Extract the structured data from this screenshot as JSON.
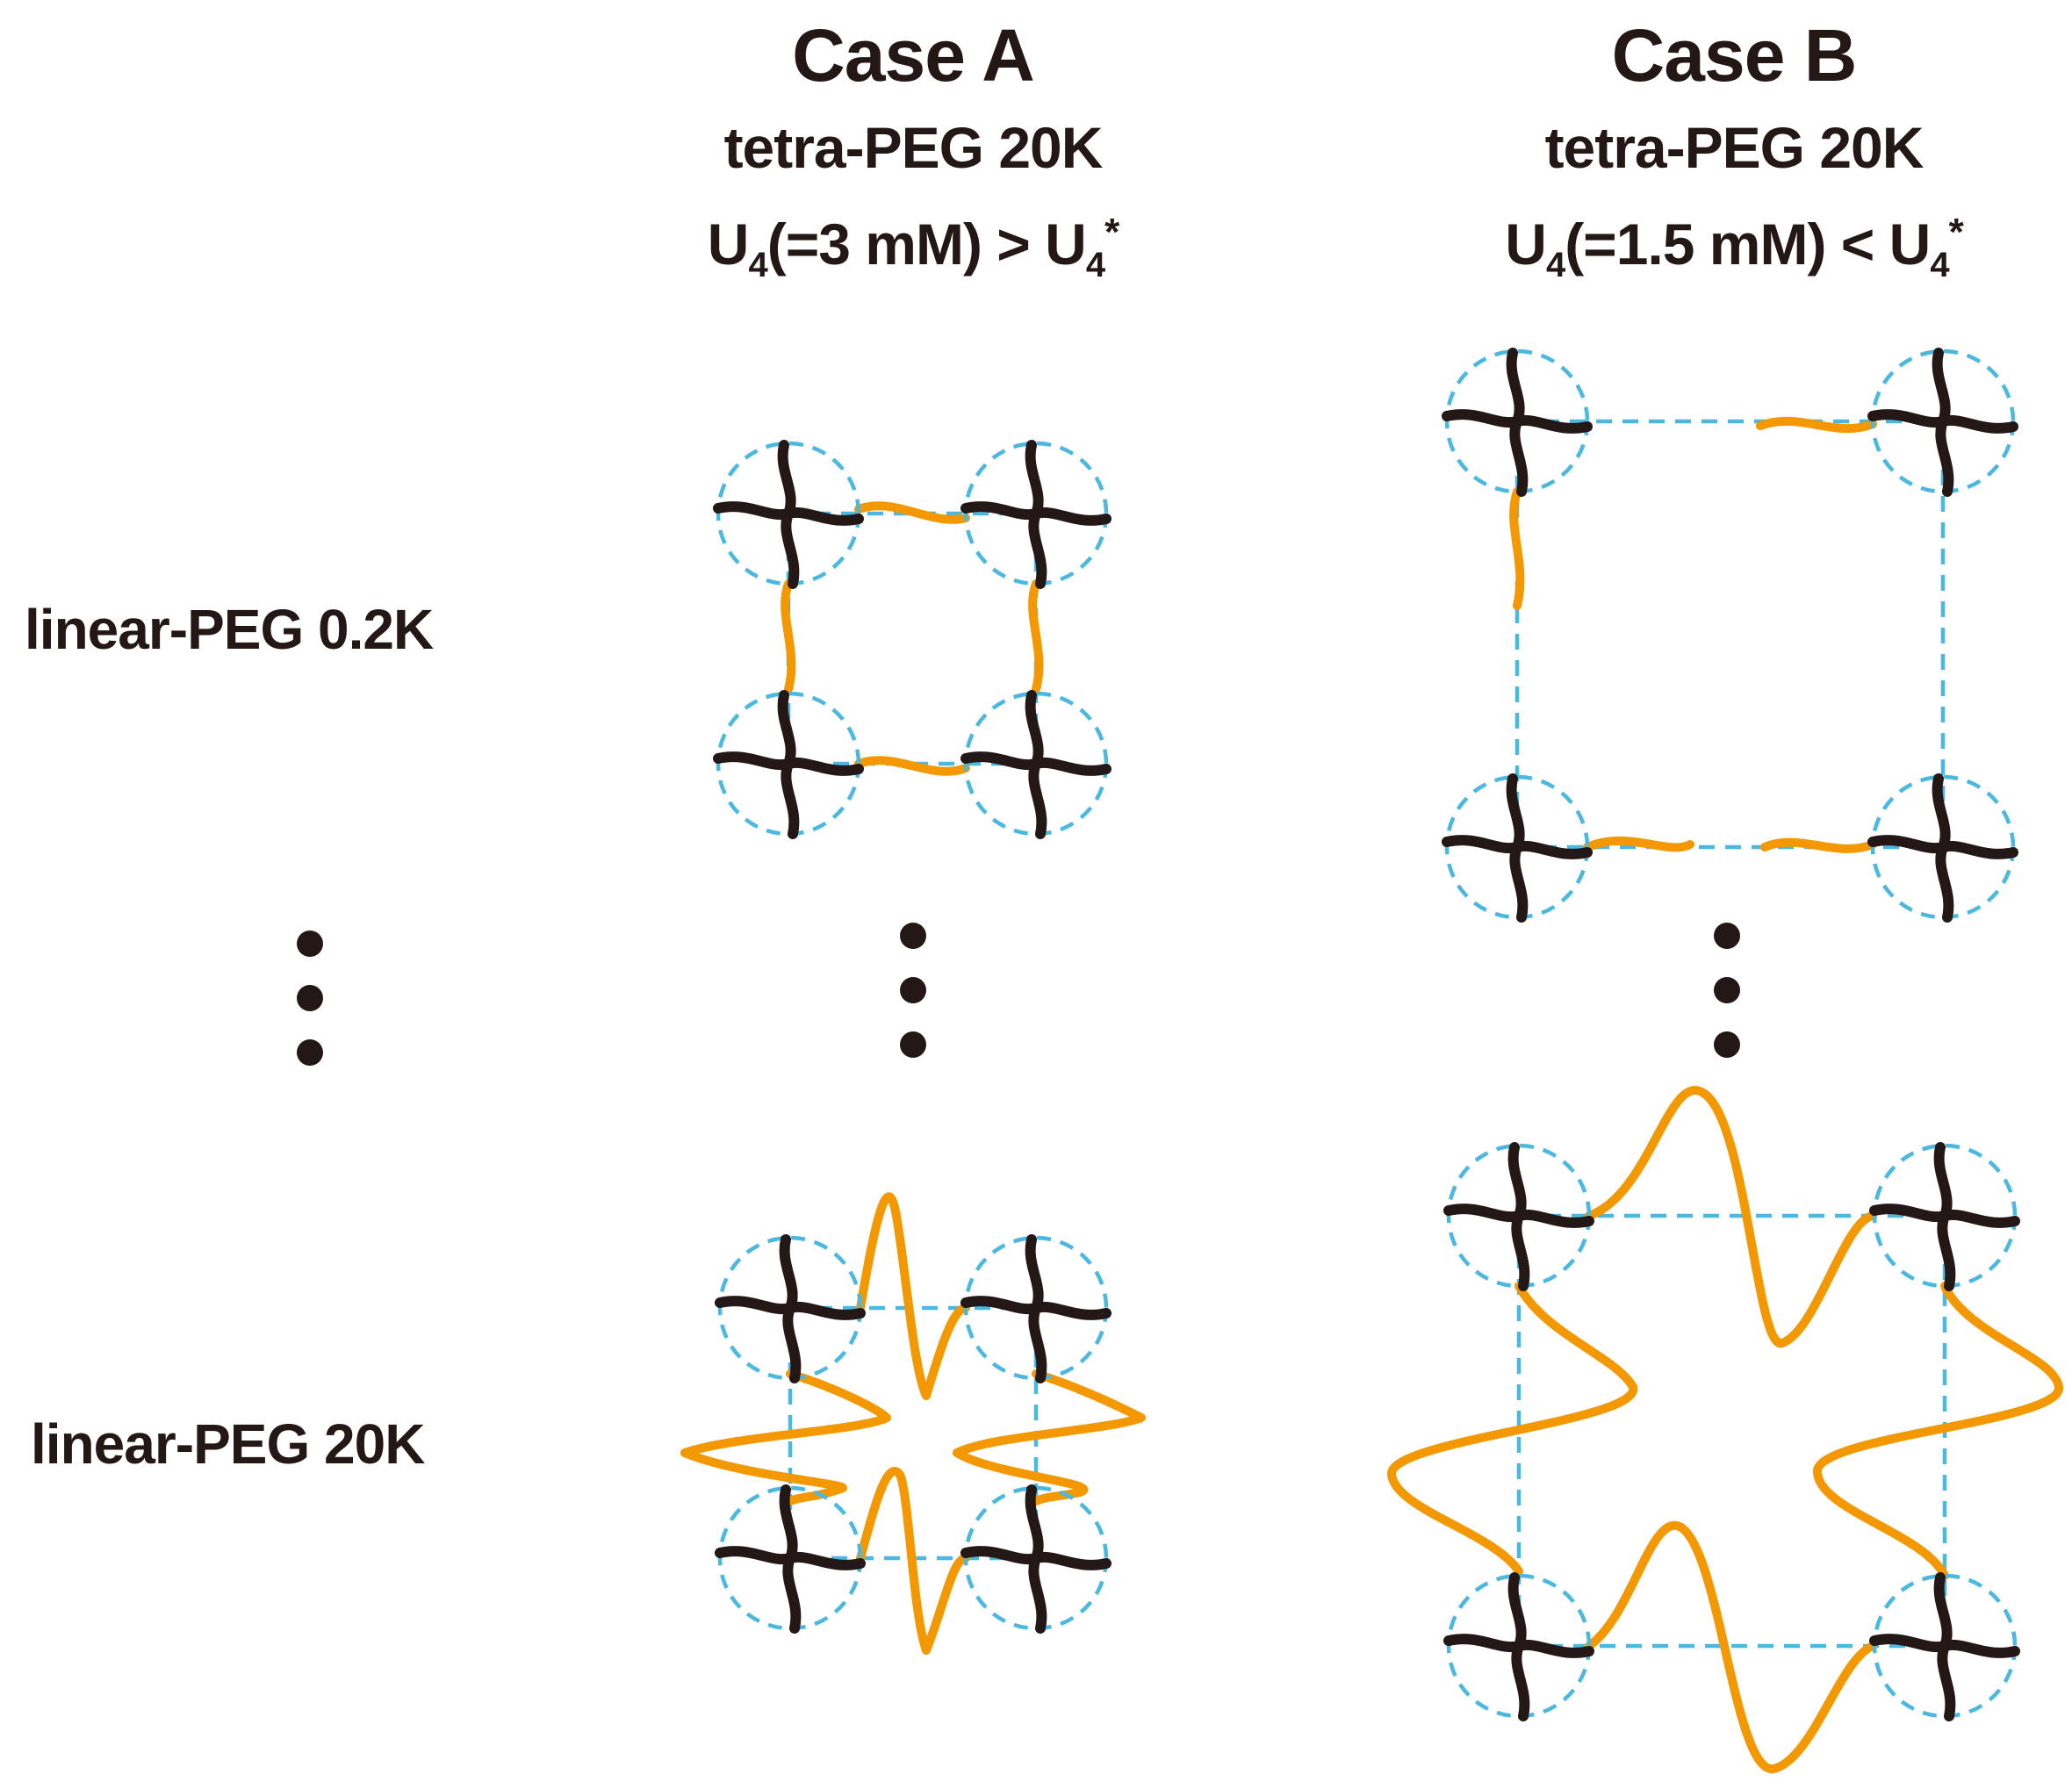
{
  "header": {
    "case_a": {
      "title": "Case A",
      "polymer": "tetra-PEG 20K",
      "cond_u": "U",
      "cond_sub": "4",
      "cond_mid": "(=3 mM) > U",
      "cond_sub2": "4",
      "cond_star": "*"
    },
    "case_b": {
      "title": "Case B",
      "polymer": "tetra-PEG 20K",
      "cond_u": "U",
      "cond_sub": "4",
      "cond_mid": "(=1.5 mM) < U",
      "cond_sub2": "4",
      "cond_star": "*"
    }
  },
  "rows": {
    "top": "linear-PEG 0.2K",
    "bottom": "linear-PEG 20K"
  },
  "colors": {
    "star_arm": "#231815",
    "linker": "#f39800",
    "dashed_outline": "#4ab8e0",
    "text": "#231815"
  },
  "icons": {
    "tetra_node": "tetra-arm-star-icon",
    "ellipsis": "vertical-ellipsis-icon"
  }
}
